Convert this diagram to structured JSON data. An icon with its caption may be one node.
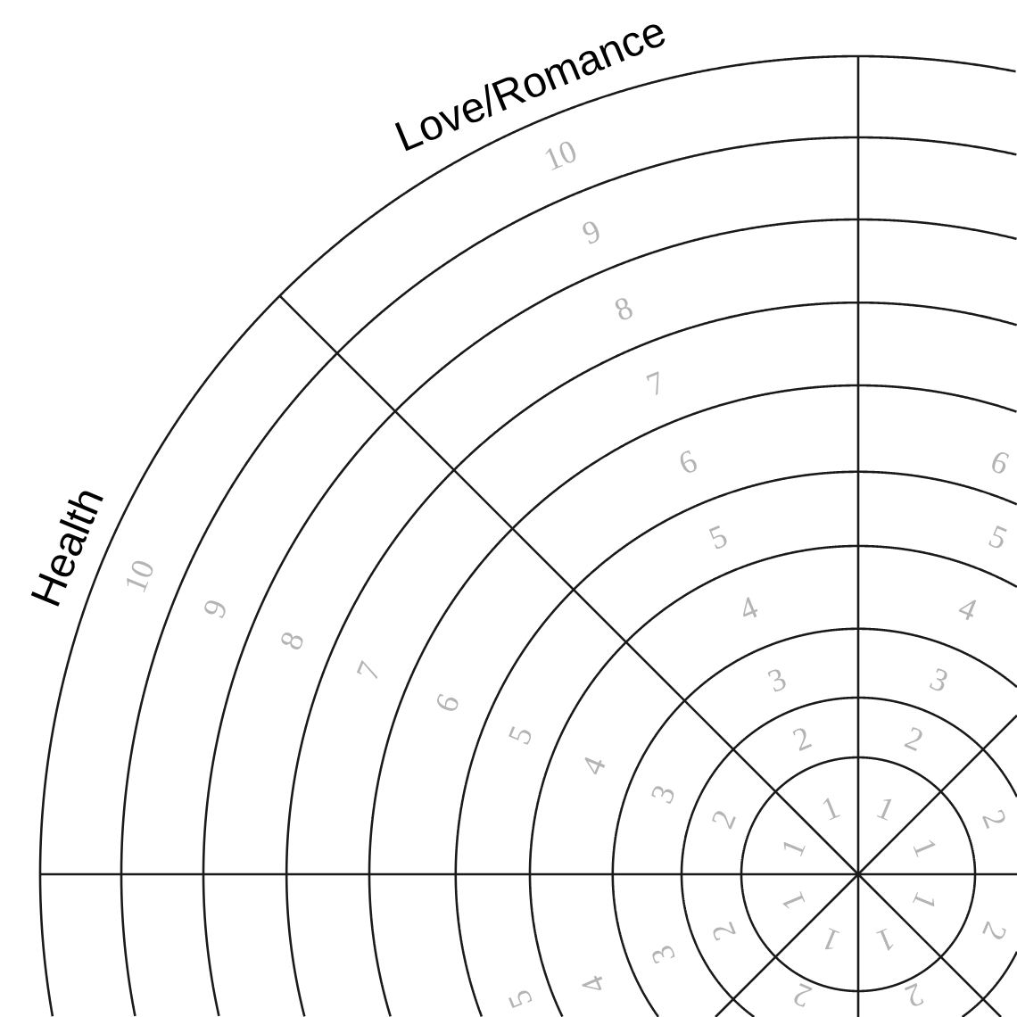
{
  "diagram": {
    "labels": [
      "Love/Romance",
      "10",
      "9",
      "8",
      "7",
      "6",
      "5",
      "4",
      "3",
      "2",
      "1",
      "Health",
      "10",
      "9",
      "8",
      "7",
      "6",
      "5",
      "4",
      "3",
      "2",
      "1",
      "6",
      "5",
      "4",
      "3",
      "2",
      "1",
      "2",
      "1",
      "1",
      "2",
      "1",
      "2",
      "1",
      "2",
      "1",
      "2",
      "3",
      "4",
      "5"
    ]
  }
}
